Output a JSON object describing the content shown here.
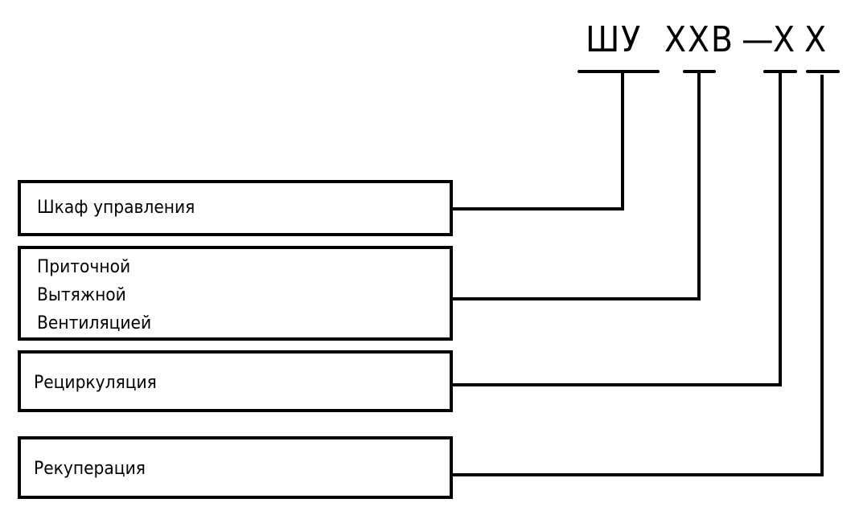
{
  "designation": {
    "segments": [
      {
        "text": "ШУ",
        "meaning_ref": "control_cabinet"
      },
      {
        "text": "XXB",
        "meaning_ref": "ventilation_type"
      },
      {
        "text": "—",
        "meaning_ref": null
      },
      {
        "text": "X",
        "meaning_ref": "recirculation"
      },
      {
        "text": "X",
        "meaning_ref": "recuperation"
      }
    ]
  },
  "boxes": [
    {
      "id": "control_cabinet",
      "lines": [
        "Шкаф управления"
      ]
    },
    {
      "id": "ventilation_type",
      "lines": [
        "Приточной",
        "Вытяжной",
        "Вентиляцией"
      ]
    },
    {
      "id": "recirculation",
      "lines": [
        "Рециркуляция"
      ]
    },
    {
      "id": "recuperation",
      "lines": [
        "Рекуперация"
      ]
    }
  ],
  "colors": {
    "line": "#000000",
    "background": "#ffffff"
  }
}
